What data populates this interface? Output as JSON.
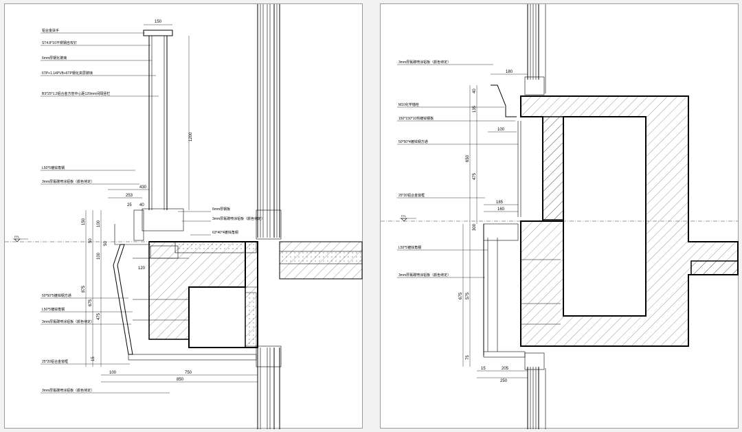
{
  "left_detail": {
    "labels": [
      "铝合金扶手",
      "ST4.8*16不锈钢自攻钉",
      "6mm厚钢化玻璃",
      "6TP+1.14PVB+6TP钢化夹层玻璃",
      "B3*25*1.2铝合金方管中心距120mm间隔竖栏",
      "L50*5镀锌角钢",
      "3mm厚氟碳喷涂铝板（颜色待定）",
      "6mm厚钢板",
      "3mm厚氟碳喷涂铝板（颜色待定）",
      "63*40*4镀锌角钢",
      "50*50*5镀锌钢方通",
      "L50*5镀锌角钢",
      "3mm厚氟碳喷涂铝板（颜色待定）",
      "25*20铝合金窗框",
      "3mm厚氟碳喷涂铝板（颜色待定）"
    ],
    "dims": [
      "150",
      "1200",
      "430",
      "253",
      "25",
      "40",
      "150",
      "100",
      "50",
      "100",
      "50",
      "875",
      "675",
      "475",
      "120",
      "15",
      "100",
      "750",
      "850"
    ],
    "level_label": "FFL"
  },
  "right_detail": {
    "labels": [
      "3mm厚氟碳喷涂铝板（颜色待定）",
      "M10化学锚栓",
      "150*150*10热镀锌钢板",
      "50*50*4镀锌钢方通",
      "25*20铝合金窗框",
      "L50*5镀锌角钢",
      "3mm厚氟碳喷涂铝板（颜色待定）"
    ],
    "dims": [
      "180",
      "40",
      "135",
      "100",
      "650",
      "475",
      "185",
      "160",
      "300",
      "675",
      "575",
      "75",
      "205",
      "250",
      "15"
    ],
    "level_label": "FFL"
  }
}
